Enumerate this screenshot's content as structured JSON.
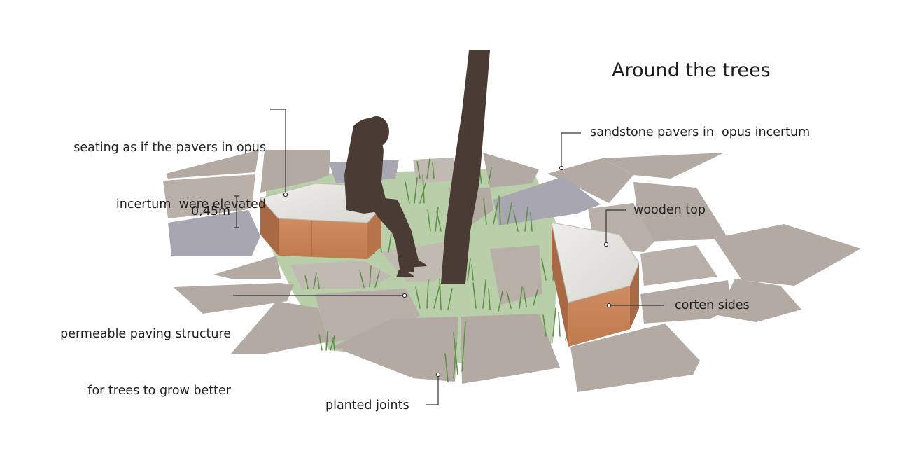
{
  "title": "Around the trees",
  "labels": {
    "seating": [
      "seating as if the pavers in opus",
      "incertum  were elevated"
    ],
    "pavers": "sandstone pavers in  opus incertum",
    "wooden_top": "wooden top",
    "corten_sides": "corten sides",
    "permeable": [
      "permeable paving structure",
      "for trees to grow better"
    ],
    "planted_joints": "planted joints",
    "height": "0,45m"
  },
  "colors": {
    "paver": "#b3aba3",
    "paver_light": "#c1bab2",
    "paver_blue": "#a8a6b0",
    "grass": "#6f9d55",
    "corten": "#c9845a",
    "wood": "#e6e4df",
    "trunk": "#4a3c35",
    "silhouette": "#4a3b34",
    "line": "#333333"
  }
}
